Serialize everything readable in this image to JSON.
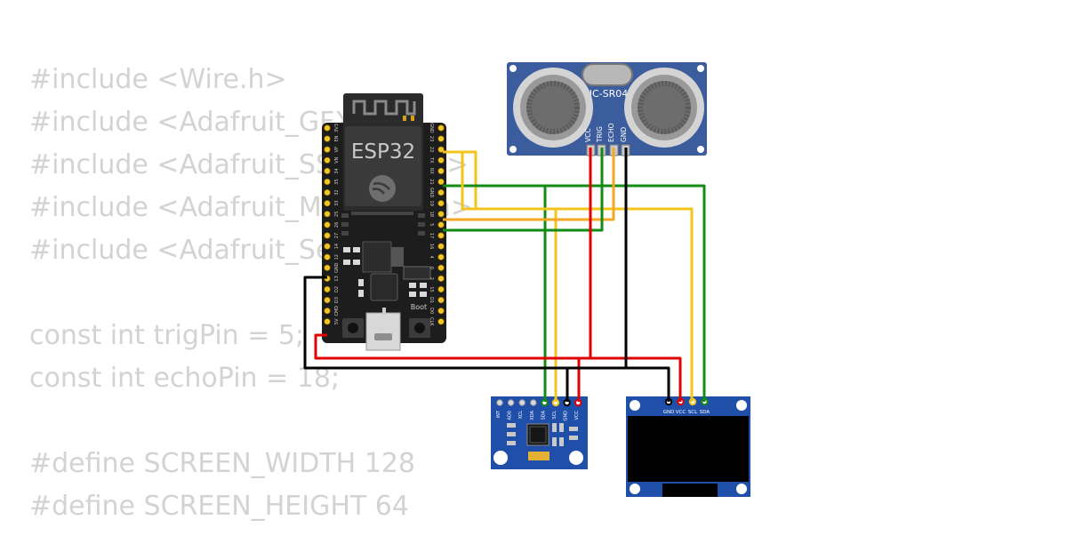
{
  "code_lines": [
    "#include <Wire.h>",
    "#include <Adafruit_GFX.h>",
    "#include <Adafruit_SSD1306.h>",
    "#include <Adafruit_MPU6050.h>",
    "#include <Adafruit_Sensor.h>",
    "",
    "const int trigPin = 5;",
    "const int echoPin = 18;",
    "",
    "#define SCREEN_WIDTH 128",
    "#define SCREEN_HEIGHT 64"
  ],
  "esp32": {
    "label": "ESP32",
    "boot_label": "Boot",
    "left_pins": [
      "3V3",
      "EN",
      "VP",
      "VN",
      "34",
      "35",
      "32",
      "33",
      "25",
      "26",
      "27",
      "14",
      "12",
      "GND",
      "13",
      "D2",
      "D3",
      "CMD",
      "5V"
    ],
    "right_pins": [
      "GND",
      "23",
      "22",
      "TX",
      "RX",
      "21",
      "GND",
      "19",
      "18",
      "5",
      "17",
      "16",
      "4",
      "0",
      "2",
      "15",
      "D1",
      "D0",
      "CLK"
    ]
  },
  "hcsr04": {
    "label": "HC-SR04",
    "pins": [
      "VCC",
      "TRIG",
      "ECHO",
      "GND"
    ]
  },
  "mpu6050": {
    "pins": [
      "INT",
      "AD0",
      "XCL",
      "XDA",
      "SDA",
      "SCL",
      "GND",
      "VCC"
    ]
  },
  "oled": {
    "pins": [
      "GND",
      "VCC",
      "SCL",
      "SDA"
    ]
  },
  "colors": {
    "wire_red": "#e00000",
    "wire_green": "#138a13",
    "wire_yellow": "#f2c41c",
    "wire_orange": "#f5a623",
    "wire_black": "#000000",
    "board_black": "#1d1d1d",
    "module_blue": "#3b5d9e",
    "breakout_blue": "#1f4fa8",
    "code_gray": "#d3d3d3"
  }
}
